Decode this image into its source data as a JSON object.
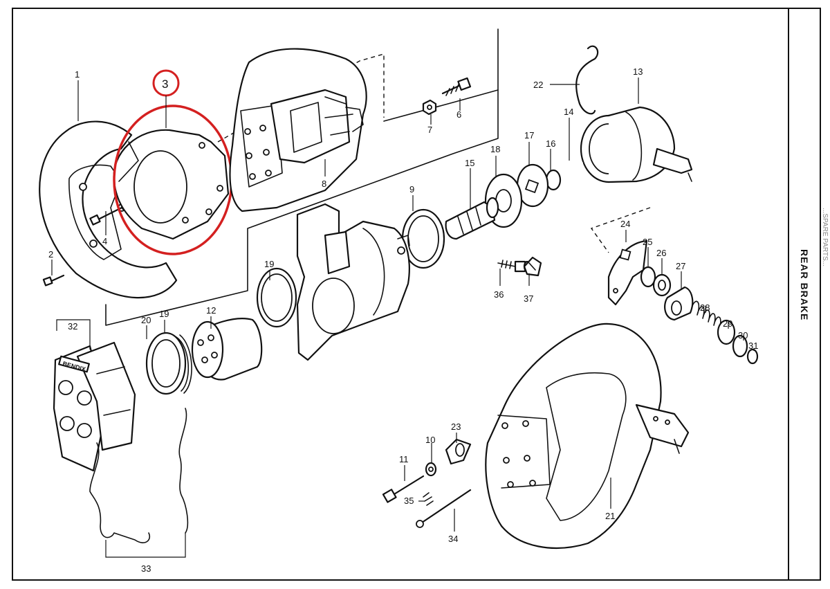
{
  "section_title": "REAR BRAKE",
  "highlight_color": "#d42020",
  "highlighted_callout": "3",
  "pad_stamp": "BENDIX",
  "margin_text": "...SPARE PARTS...",
  "callouts": {
    "c1": "1",
    "c2": "2",
    "c3": "3",
    "c4": "4",
    "c6": "6",
    "c7": "7",
    "c8": "8",
    "c9": "9",
    "c10": "10",
    "c11": "11",
    "c12": "12",
    "c13": "13",
    "c14": "14",
    "c15": "15",
    "c16": "16",
    "c17": "17",
    "c18": "18",
    "c19a": "19",
    "c19b": "19",
    "c20": "20",
    "c21": "21",
    "c22": "22",
    "c23": "23",
    "c24": "24",
    "c25": "25",
    "c26": "26",
    "c27": "27",
    "c28": "28",
    "c29": "29",
    "c30": "30",
    "c31": "31",
    "c32": "32",
    "c33": "33",
    "c34": "34",
    "c35": "35",
    "c36": "36",
    "c37": "37"
  }
}
